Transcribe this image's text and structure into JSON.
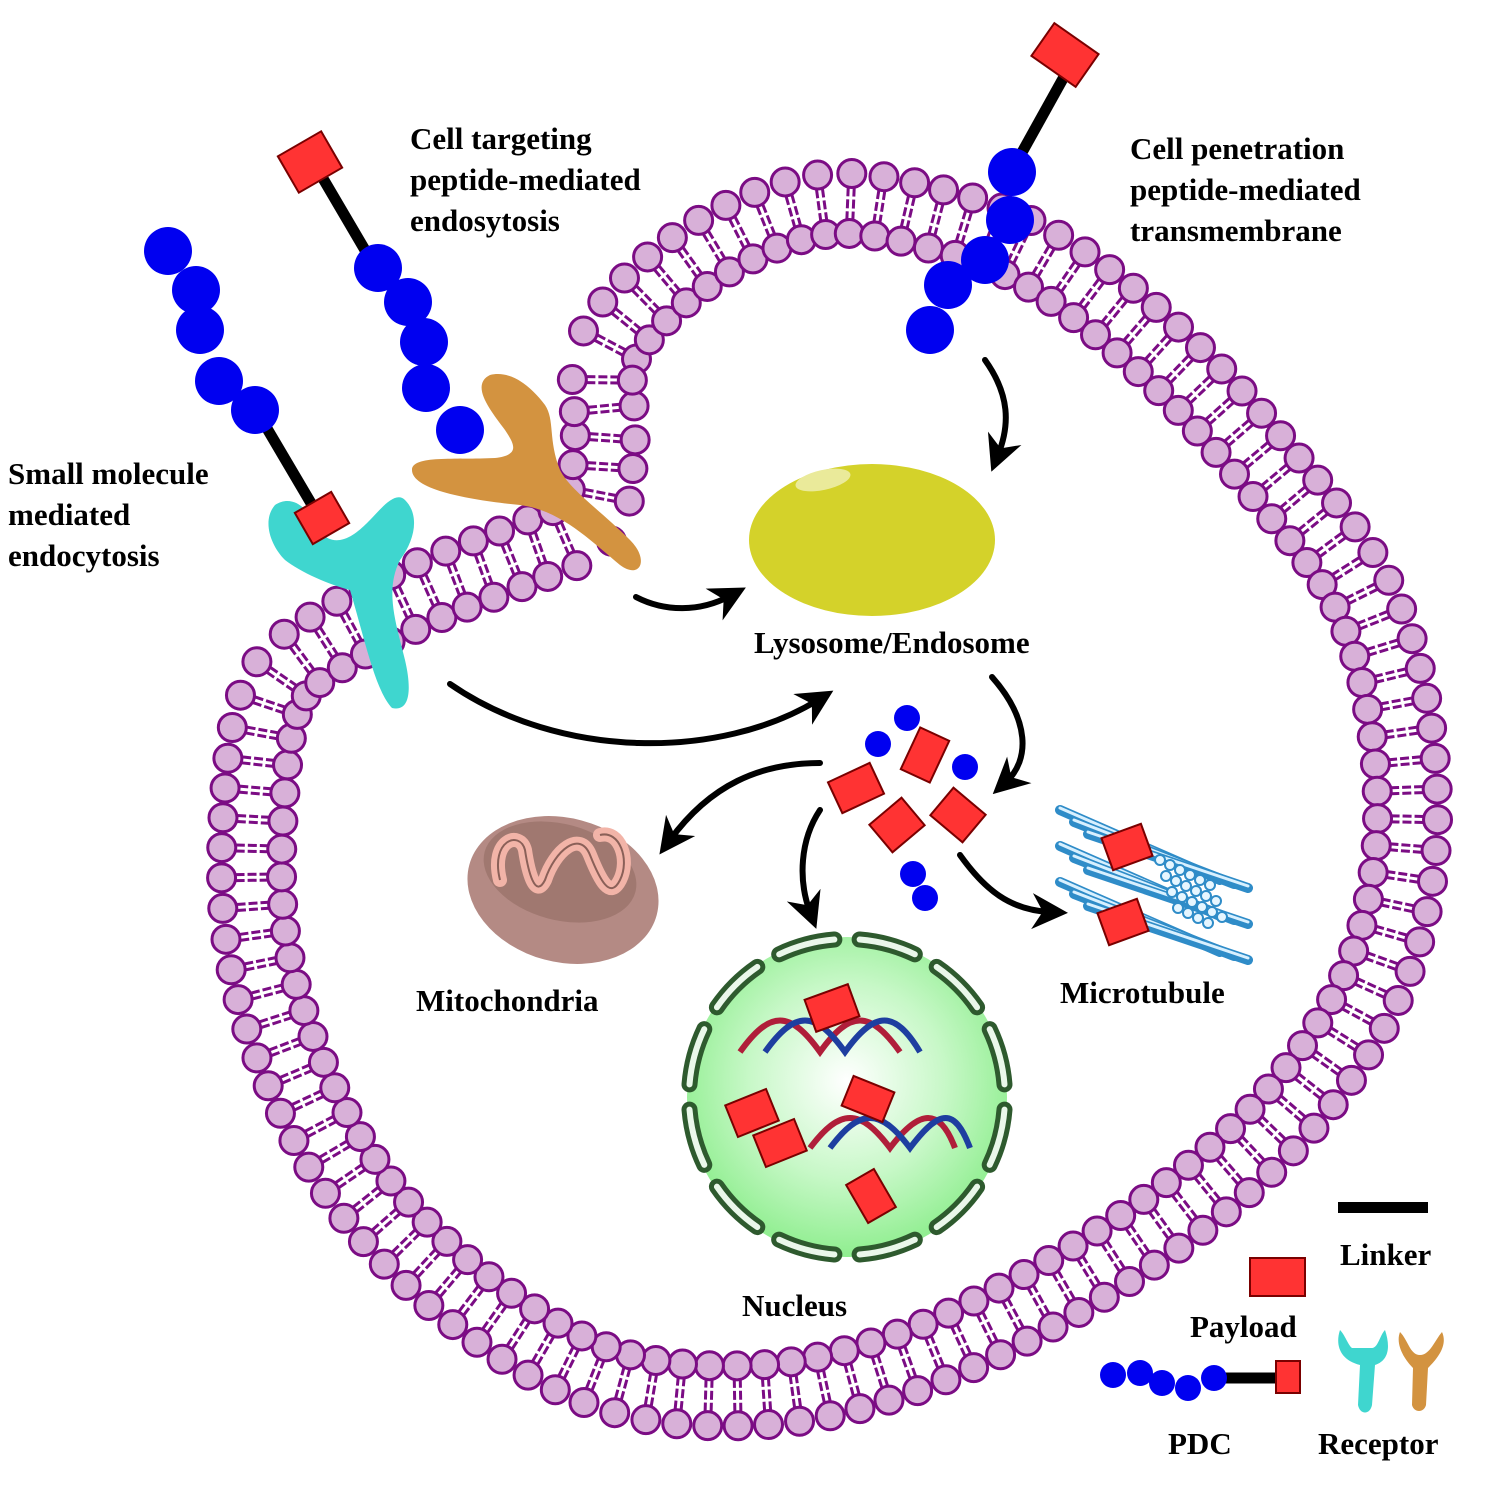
{
  "labels": {
    "cell_targeting": [
      "Cell targeting",
      "peptide-mediated",
      "endosytosis"
    ],
    "cell_penetration": [
      "Cell penetration",
      "peptide-mediated",
      "transmembrane"
    ],
    "small_molecule": [
      "Small molecule",
      "mediated",
      "endocytosis"
    ],
    "lysosome": "Lysosome/Endosome",
    "mitochondria": "Mitochondria",
    "microtubule": "Microtubule",
    "nucleus": "Nucleus"
  },
  "legend": {
    "linker": "Linker",
    "payload": "Payload",
    "pdc": "PDC",
    "receptor": "Receptor"
  },
  "colors": {
    "peptide": "#0000f0",
    "payload": "#ff3333",
    "payload_border": "#7a0000",
    "linker": "#000000",
    "lipid_head": "#d8b0d8",
    "lipid_border": "#7b0c84",
    "receptor_teal": "#3fd6cf",
    "receptor_orange": "#d39340",
    "lysosome": "#d4d22a",
    "nucleus": "#9bf29b",
    "nuclear_envelope": "#2e5a2e",
    "mitochondria": "#b48a84",
    "cristae": "#f2b4a8",
    "microtubule": "#4aa6dd",
    "dna_red": "#b01e3a",
    "dna_blue": "#1e3ea0"
  }
}
